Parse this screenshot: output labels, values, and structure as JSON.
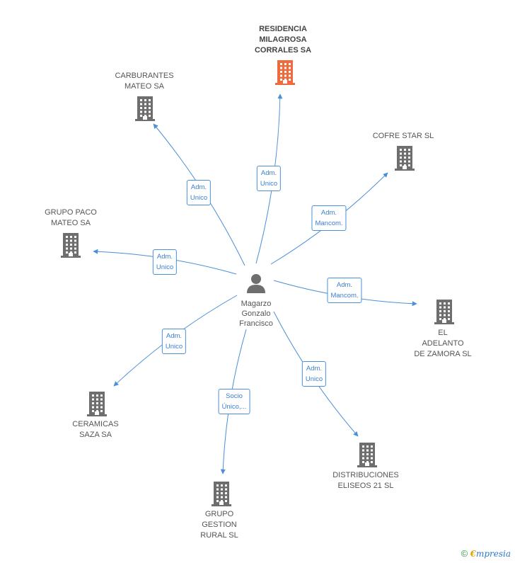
{
  "center": {
    "name": "Magarzo\nGonzalo\nFrancisco",
    "icon": "person-icon"
  },
  "colors": {
    "edge": "#4a8fd8",
    "building": "#6e6e6e",
    "highlight": "#ef6a3c"
  },
  "nodes": [
    {
      "id": "residencia",
      "name": "RESIDENCIA\nMILAGROSA\nCORRALES SA",
      "highlight": true,
      "role": "Adm.\nUnico",
      "icon": "building-icon"
    },
    {
      "id": "carburantes",
      "name": "CARBURANTES\nMATEO SA",
      "highlight": false,
      "role": "Adm.\nUnico",
      "icon": "building-icon"
    },
    {
      "id": "cofre",
      "name": "COFRE STAR SL",
      "highlight": false,
      "role": "Adm.\nMancom.",
      "icon": "building-icon"
    },
    {
      "id": "grupopaco",
      "name": "GRUPO PACO\nMATEO SA",
      "highlight": false,
      "role": "Adm.\nUnico",
      "icon": "building-icon"
    },
    {
      "id": "adelanto",
      "name": "EL\nADELANTO\nDE ZAMORA SL",
      "highlight": false,
      "role": "Adm.\nMancom.",
      "icon": "building-icon"
    },
    {
      "id": "ceramicas",
      "name": "CERAMICAS\nSAZA SA",
      "highlight": false,
      "role": "Adm.\nUnico",
      "icon": "building-icon"
    },
    {
      "id": "distribuciones",
      "name": "DISTRIBUCIONES\nELISEOS 21 SL",
      "highlight": false,
      "role": "Adm.\nUnico",
      "icon": "building-icon"
    },
    {
      "id": "gestion",
      "name": "GRUPO\nGESTION\nRURAL SL",
      "highlight": false,
      "role": "Socio\nÚnico,...",
      "icon": "building-icon"
    }
  ],
  "footer": {
    "copyright": "©",
    "brand_first": "€",
    "brand_rest": "mpresia"
  }
}
